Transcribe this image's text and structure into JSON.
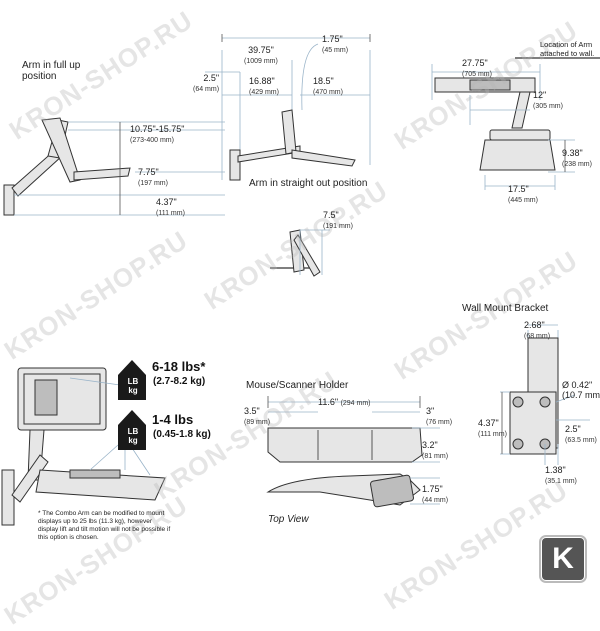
{
  "watermark": {
    "text": "KRON-SHOP.RU",
    "badge_letter": "K",
    "badge_color": "#555555"
  },
  "colors": {
    "dimension_line": "#9ab4c9",
    "line": "#333333"
  },
  "arm_full_up": {
    "caption": "Arm in full up position",
    "dim_1": {
      "in": "10.75\"-15.75\"",
      "mm": "(273-400 mm)"
    },
    "dim_2": {
      "in": "7.75\"",
      "mm": "(197 mm)"
    },
    "dim_3": {
      "in": "4.37\"",
      "mm": "(111 mm)"
    }
  },
  "arm_straight_out": {
    "caption": "Arm in straight out position",
    "dim_total": {
      "in": "39.75\"",
      "mm": "(1009 mm)"
    },
    "dim_175": {
      "in": "1.75\"",
      "mm": "(45 mm)"
    },
    "dim_25": {
      "in": "2.5\"",
      "mm": "(64 mm)"
    },
    "dim_1688": {
      "in": "16.88\"",
      "mm": "(429 mm)"
    },
    "dim_185": {
      "in": "18.5\"",
      "mm": "(470 mm)"
    },
    "dim_75": {
      "in": "7.5\"",
      "mm": "(191 mm)"
    }
  },
  "top_view_right": {
    "label": "Location of Arm attached to wall.",
    "dim_2775": {
      "in": "27.75\"",
      "mm": "(705 mm)"
    },
    "dim_12": {
      "in": "12\"",
      "mm": "(305 mm)"
    },
    "dim_938": {
      "in": "9.38\"",
      "mm": "(238 mm)"
    },
    "dim_175": {
      "in": "17.5\"",
      "mm": "(445 mm)"
    }
  },
  "weight": {
    "display": {
      "value": "6-18 lbs*",
      "kg": "(2.7-8.2 kg)",
      "icon_top": "LB",
      "icon_bottom": "kg"
    },
    "keyboard": {
      "value": "1-4 lbs",
      "kg": "(0.45-1.8 kg)",
      "icon_top": "LB",
      "icon_bottom": "kg"
    },
    "footnote": "* The Combo Arm can be modified to mount displays up to 25 lbs (11.3 kg), however display lift and tilt motion will not be possible if this option is chosen."
  },
  "mouse_holder": {
    "title": "Mouse/Scanner Holder",
    "dim_116": {
      "in": "11.6\"",
      "mm": "(294 mm)"
    },
    "dim_35": {
      "in": "3.5\"",
      "mm": "(89 mm)"
    },
    "dim_3": {
      "in": "3\"",
      "mm": "(76 mm)"
    },
    "dim_32": {
      "in": "3.2\"",
      "mm": "(81 mm)"
    },
    "dim_175": {
      "in": "1.75\"",
      "mm": "(44 mm)"
    },
    "top_view": "Top View"
  },
  "wall_bracket": {
    "title": "Wall Mount Bracket",
    "dim_268": {
      "in": "2.68\"",
      "mm": "(68 mm)"
    },
    "dim_hole": {
      "in": "Ø 0.42\"",
      "mm": "(10.7 mm)"
    },
    "dim_437": {
      "in": "4.37\"",
      "mm": "(111 mm)"
    },
    "dim_25": {
      "in": "2.5\"",
      "mm": "(63.5 mm)"
    },
    "dim_138": {
      "in": "1.38\"",
      "mm": "(35.1 mm)"
    }
  }
}
